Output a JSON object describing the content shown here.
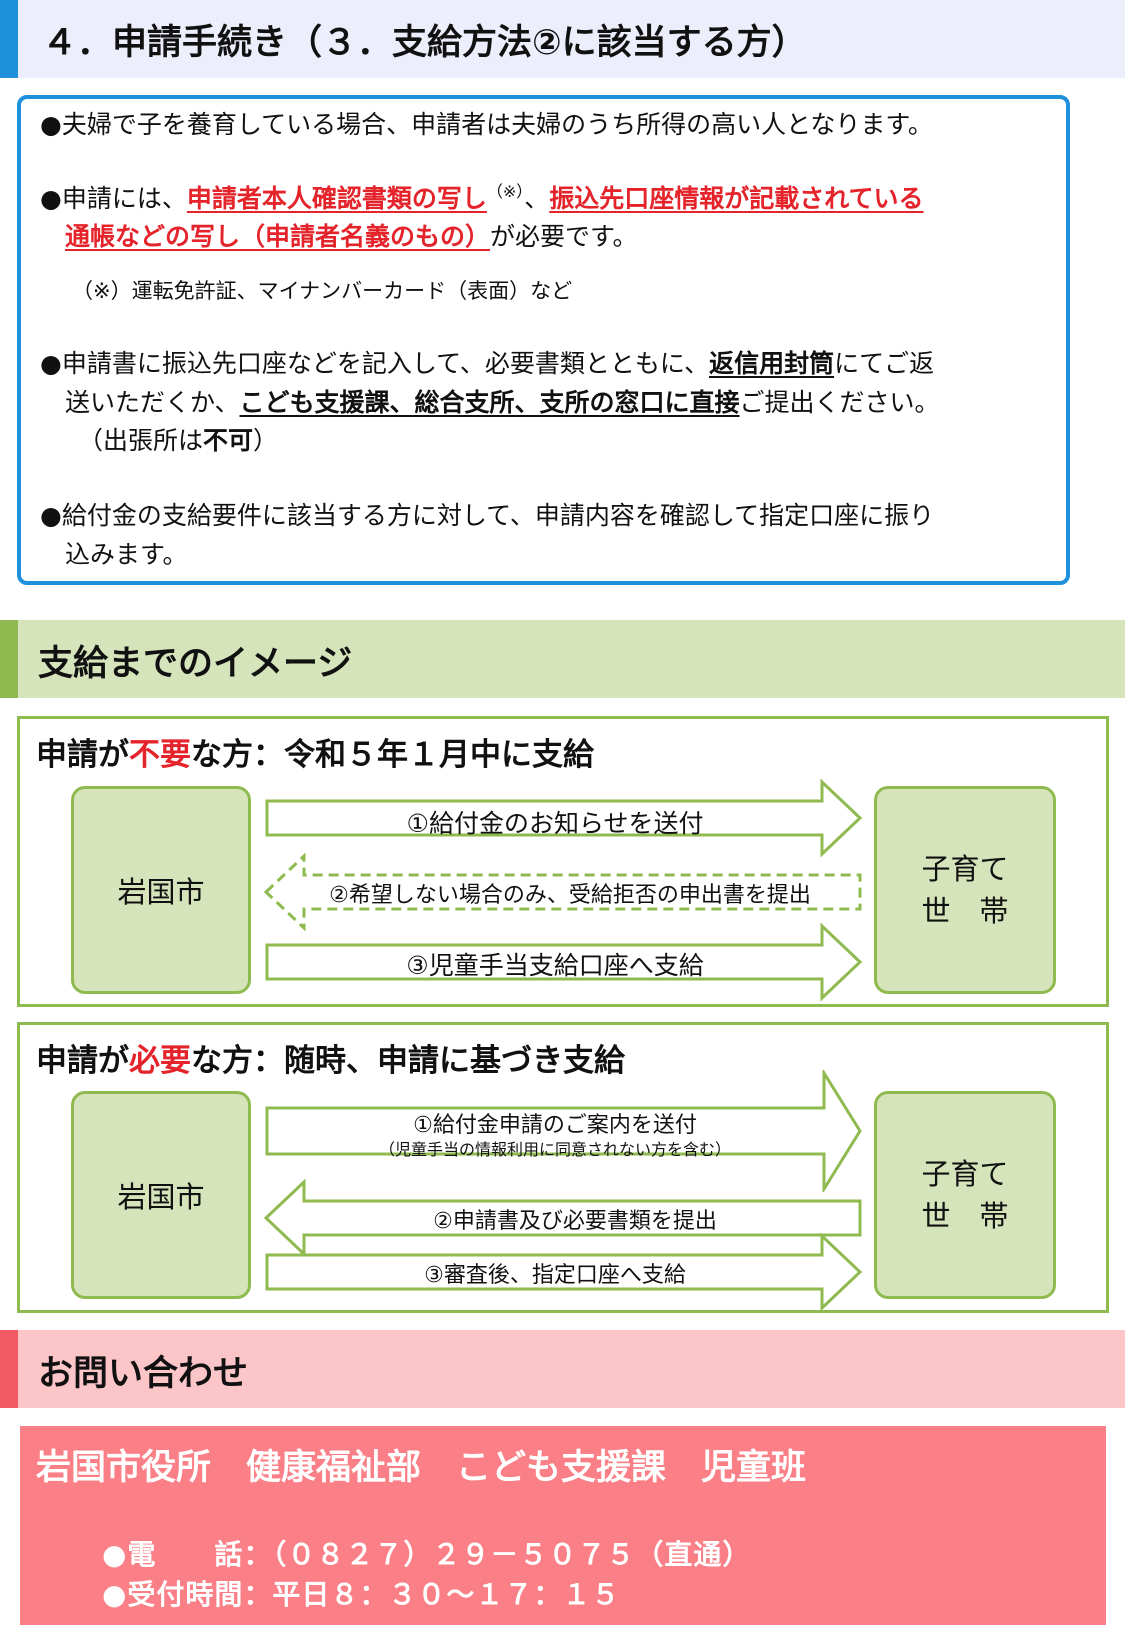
{
  "section1": {
    "title": "４．申請手続き（３．支給方法②に該当する方）",
    "p1": "●夫婦で子を養育している場合、申請者は夫婦のうち所得の高い人となります。",
    "p2_a": "●申請には、",
    "p2_red1": "申請者本人確認書類の写し",
    "p2_sup": "（※）",
    "p2_b": "、",
    "p2_red2": "振込先口座情報が記載されている",
    "p2_red3": "通帳などの写し（申請者名義のもの）",
    "p2_c": "が必要です。",
    "note": "（※）運転免許証、マイナンバーカード（表面）など",
    "p3_a": "●申請書に振込先口座などを記入して、必要書類とともに、",
    "p3_ul1": "返信用封筒",
    "p3_b": "にてご返",
    "p3_c": "送いただくか、",
    "p3_ul2": "こども支援課、総合支所、支所の窓口に直接",
    "p3_d": "ご提出ください。",
    "p3_e": "（出張所は",
    "p3_bold": "不可",
    "p3_f": "）",
    "p4_a": "●給付金の支給要件に該当する方に対して、申請内容を確認して指定口座に振り",
    "p4_b": "込みます。"
  },
  "section2": {
    "title": "支給までのイメージ",
    "flow1": {
      "title_a": "申請が",
      "title_red": "不要",
      "title_b": "な方：令和５年１月中に支給",
      "left": "岩国市",
      "right_1": "子育て",
      "right_2": "世　帯",
      "step1": "①給付金のお知らせを送付",
      "step2": "②希望しない場合のみ、受給拒否の申出書を提出",
      "step3": "③児童手当支給口座へ支給"
    },
    "flow2": {
      "title_a": "申請が",
      "title_red": "必要",
      "title_b": "な方：随時、申請に基づき支給",
      "left": "岩国市",
      "right_1": "子育て",
      "right_2": "世　帯",
      "step1": "①給付金申請のご案内を送付",
      "step1_sub": "（児童手当の情報利用に同意されない方を含む）",
      "step2": "②申請書及び必要書類を提出",
      "step3": "③審査後、指定口座へ支給"
    }
  },
  "section3": {
    "title": "お問い合わせ",
    "dept": "岩国市役所　健康福祉部　こども支援課　児童班",
    "phone": "●電　　話：（０８２７）２９－５０７５（直通）",
    "hours": "●受付時間：平日８：３０～１７：１５"
  },
  "colors": {
    "blue_accent": "#1e90dc",
    "blue_header_bg": "#eceefc",
    "green_accent": "#8fba4f",
    "green_header_bg": "#d6e4bb",
    "pink_accent": "#f25a63",
    "pink_header_bg": "#fcc6c9",
    "contact_bg": "#fa7f86",
    "red_text": "#e4232a"
  }
}
